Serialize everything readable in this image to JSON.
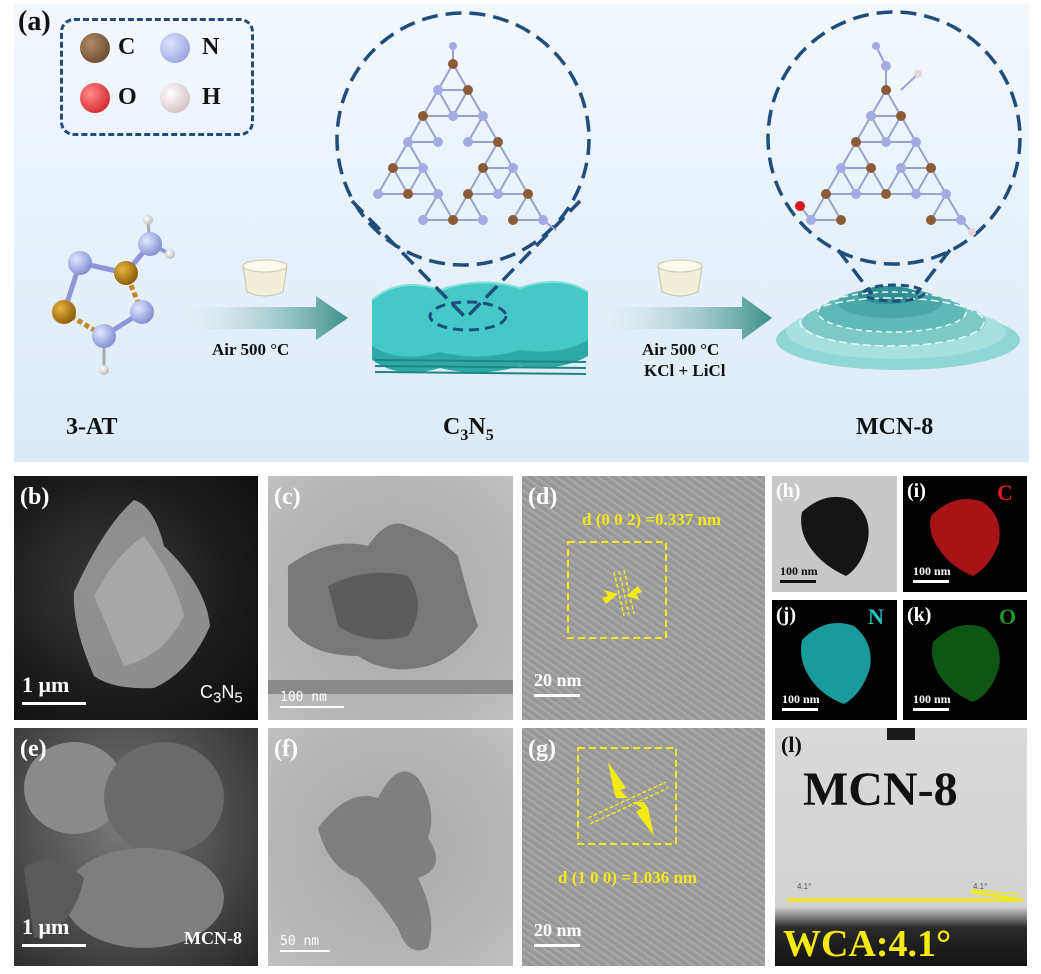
{
  "panel_a": {
    "label": "(a)",
    "legend": [
      {
        "symbol": "C",
        "color": "#6b4a2e"
      },
      {
        "symbol": "N",
        "color": "#a9b4e8"
      },
      {
        "symbol": "O",
        "color": "#e0141c"
      },
      {
        "symbol": "H",
        "color": "#e6d4d6"
      }
    ],
    "step1_condition": "Air 500 °C",
    "step2_condition_line1": "Air 500 °C",
    "step2_condition_line2": "KCl + LiCl",
    "precursor": "3-AT",
    "product1_base": "C",
    "product1_sub1": "3",
    "product1_mid": "N",
    "product1_sub2": "5",
    "product2": "MCN-8",
    "colors": {
      "sheet": "#3cc6c4",
      "dashed": "#1f4e7a",
      "arrow": "#3a8f8c"
    }
  },
  "panels": {
    "b": {
      "label": "(b)",
      "scale": "1 μm",
      "tag_base": "C",
      "tag_sub1": "3",
      "tag_mid": "N",
      "tag_sub2": "5"
    },
    "c": {
      "label": "(c)",
      "scale": "100 nm"
    },
    "d": {
      "label": "(d)",
      "annotation": "d (0 0 2) =0.337 nm",
      "scale": "20 nm"
    },
    "e": {
      "label": "(e)",
      "scale": "1 μm",
      "tag": "MCN-8"
    },
    "f": {
      "label": "(f)",
      "scale": "50 nm"
    },
    "g": {
      "label": "(g)",
      "annotation": "d (1 0 0) =1.036 nm",
      "scale": "20 nm"
    },
    "h": {
      "label": "(h)",
      "scale": "100 nm"
    },
    "i": {
      "label": "(i)",
      "element": "C",
      "scale": "100 nm",
      "color": "#e01b1b"
    },
    "j": {
      "label": "(j)",
      "element": "N",
      "scale": "100 nm",
      "color": "#1fc7c7"
    },
    "k": {
      "label": "(k)",
      "element": "O",
      "scale": "100 nm",
      "color": "#1d9a2a"
    },
    "l": {
      "label": "(l)",
      "title": "MCN-8",
      "angle_left": "4.1°",
      "angle_right": "4.1°",
      "wca": "WCA:4.1°",
      "annotation_color": "#f3ea12"
    }
  }
}
